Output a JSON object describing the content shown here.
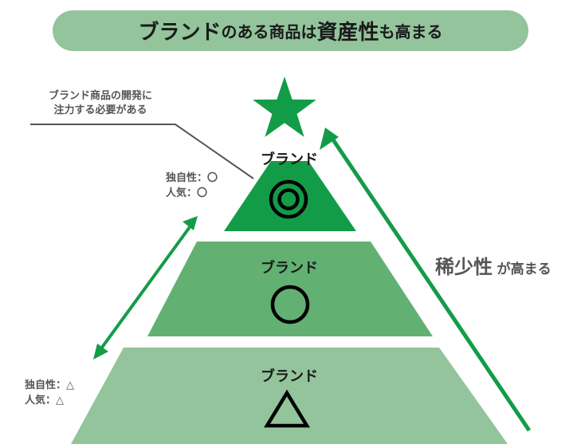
{
  "title": {
    "part1": "ブランド",
    "part2": "のある商品は",
    "part3": "資産性",
    "part4": "も高まる"
  },
  "callout": {
    "line1": "ブランド商品の開発に",
    "line2": "注力する必要がある"
  },
  "tiers": [
    {
      "label": "ブランド",
      "symbol": "◎"
    },
    {
      "label": "ブランド",
      "symbol": "○"
    },
    {
      "label": "ブランド",
      "symbol": "△"
    }
  ],
  "attributes_top": {
    "line1": "独自性：〇",
    "line2": "人気：〇"
  },
  "attributes_bottom": {
    "line1": "独自性：△",
    "line2": "人気：△"
  },
  "rarity": {
    "big": "稀少性",
    "small": "が高まる"
  },
  "colors": {
    "banner": "#93c49b",
    "tier_top": "#139c48",
    "tier_mid": "#62b173",
    "tier_bot": "#93c49b",
    "arrow": "#139c48",
    "text_gray": "#555555"
  },
  "icons": {
    "apex": "star-icon",
    "top_symbol": "double-circle-icon",
    "mid_symbol": "circle-icon",
    "bot_symbol": "triangle-icon"
  }
}
